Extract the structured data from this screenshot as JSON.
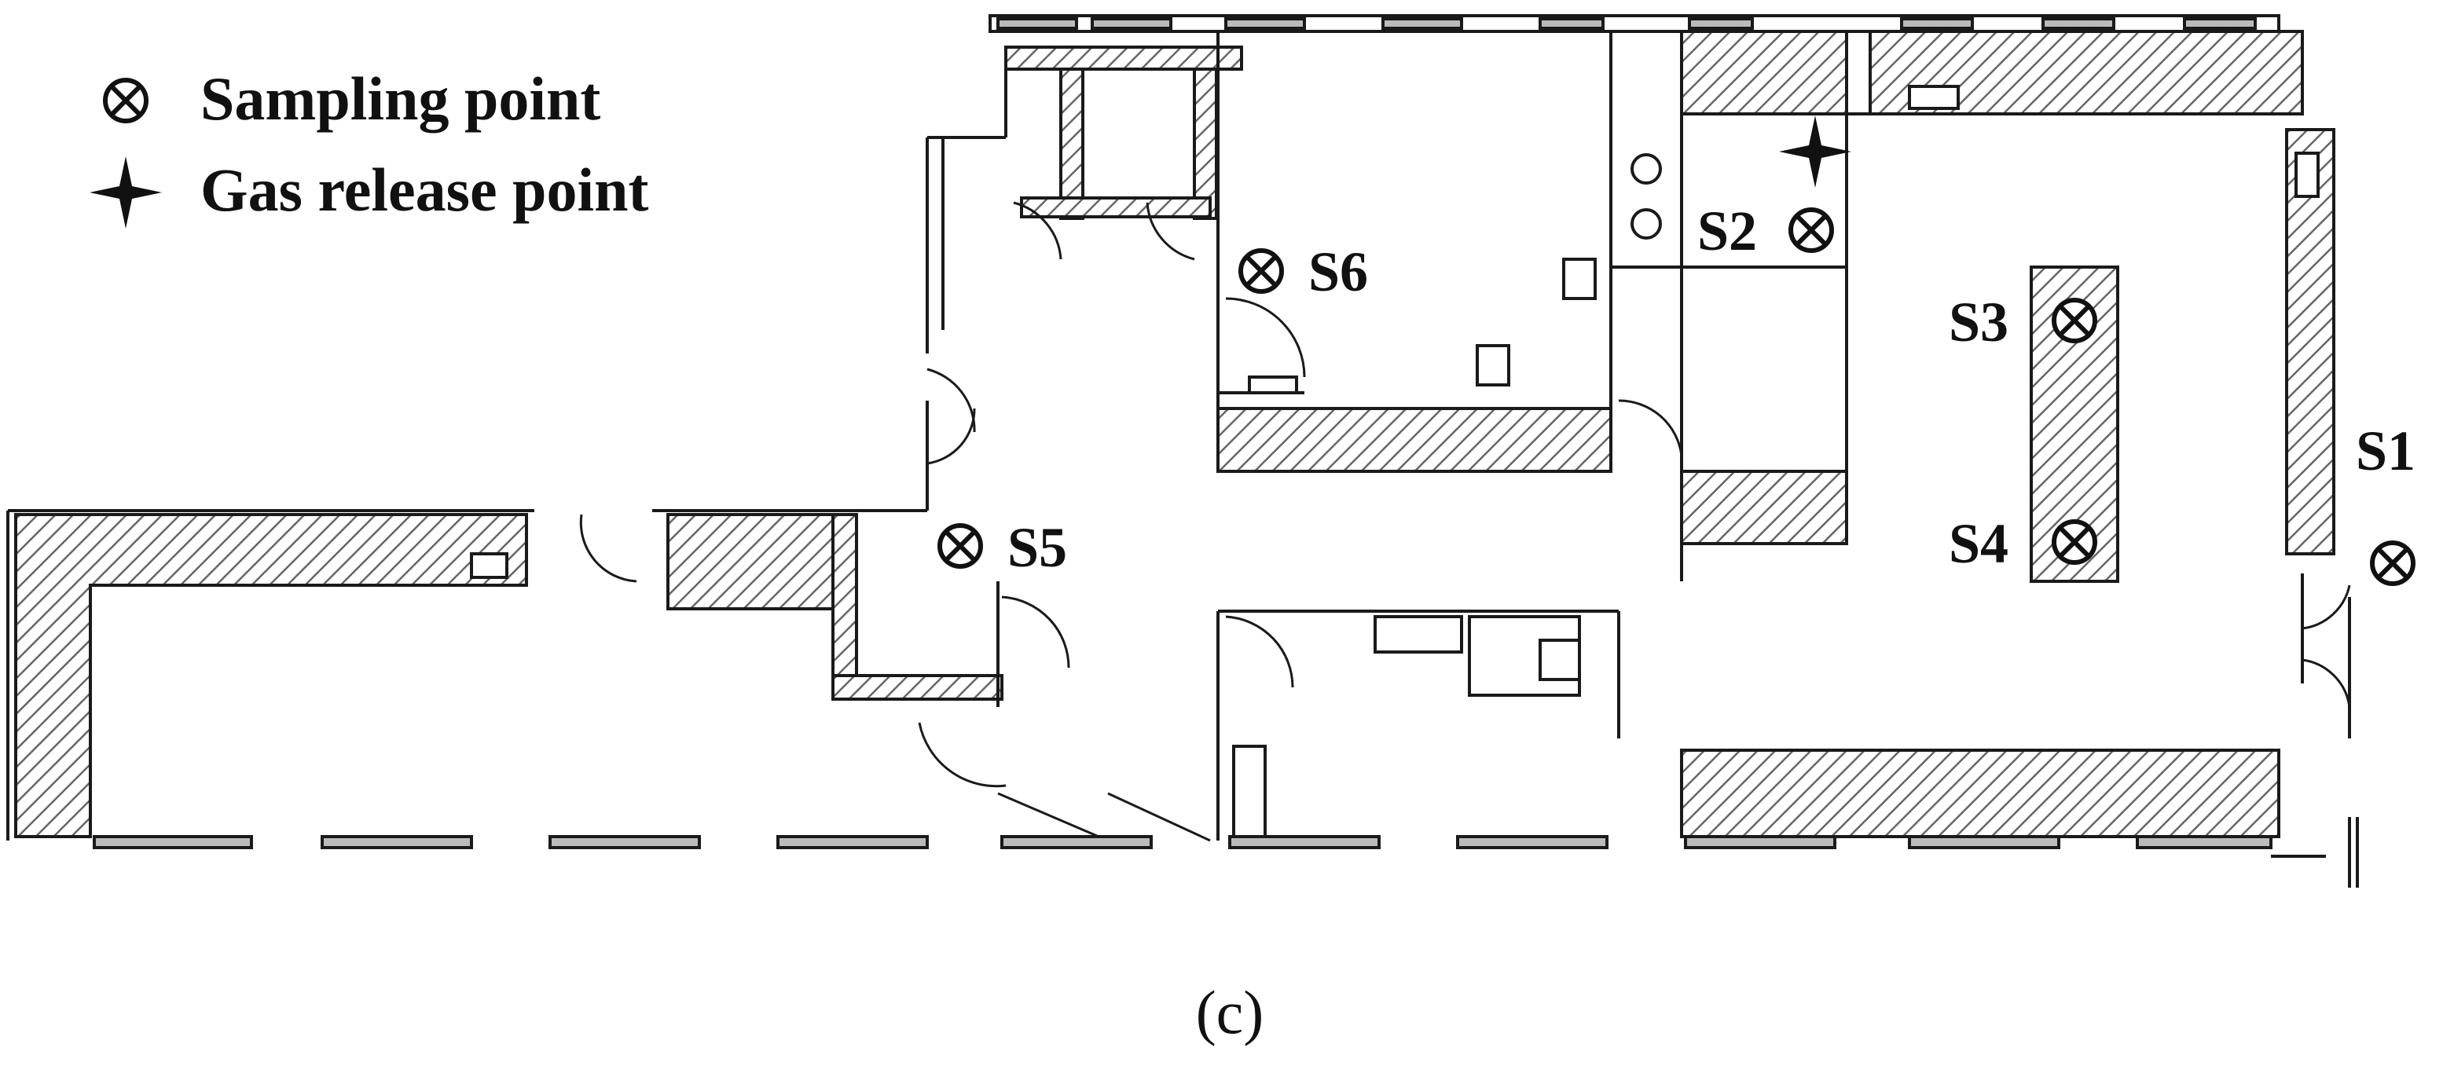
{
  "legend": {
    "sampling_label": "Sampling point",
    "release_label": "Gas release point",
    "sampling_icon": "circle-x-icon",
    "release_icon": "four-point-star-icon"
  },
  "points": {
    "s1": "S1",
    "s2": "S2",
    "s3": "S3",
    "s4": "S4",
    "s5": "S5",
    "s6": "S6"
  },
  "caption": "(c)",
  "colors": {
    "line": "#1a1a1a",
    "hatch": "#555555",
    "window": "#bbbbbb"
  }
}
